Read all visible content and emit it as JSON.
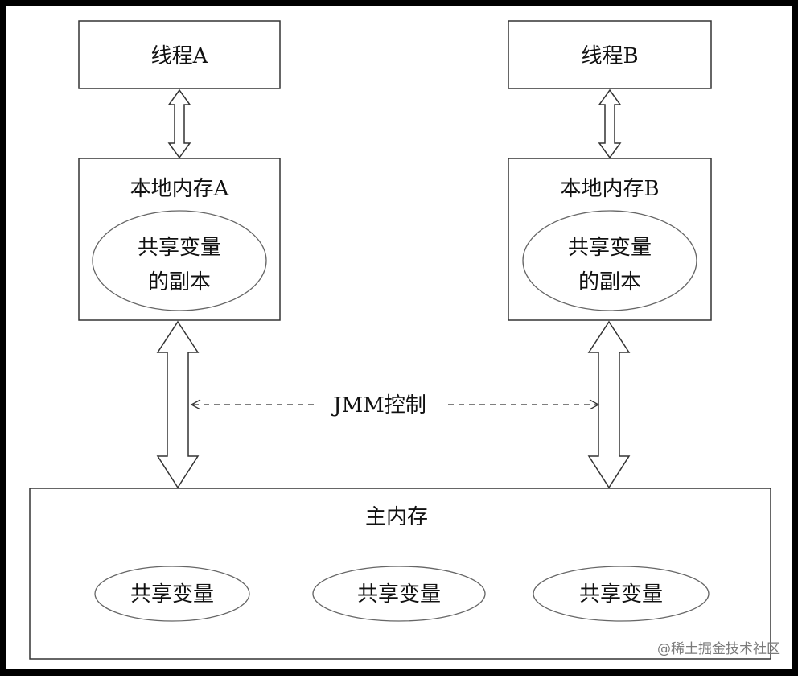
{
  "diagram": {
    "thread_a": {
      "label": "线程A"
    },
    "thread_b": {
      "label": "线程B"
    },
    "local_memory_a": {
      "label": "本地内存A",
      "copy_line1": "共享变量",
      "copy_line2": "的副本"
    },
    "local_memory_b": {
      "label": "本地内存B",
      "copy_line1": "共享变量",
      "copy_line2": "的副本"
    },
    "jmm_control": {
      "label": "JMM控制"
    },
    "main_memory": {
      "label": "主内存",
      "shared_vars": [
        "共享变量",
        "共享变量",
        "共享变量"
      ]
    }
  },
  "watermark": "@稀土掘金技术社区",
  "colors": {
    "frame": "#000000",
    "line": "#333333",
    "arrow_fill": "#ffffff",
    "background": "#ffffff"
  }
}
